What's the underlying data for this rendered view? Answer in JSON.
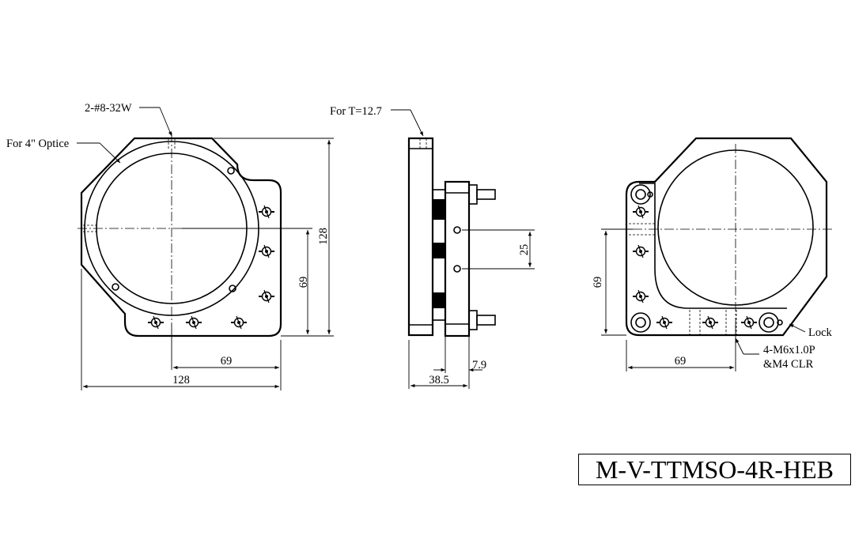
{
  "labels": {
    "front_tap": "2-#8-32W",
    "front_optic": "For 4\" Optice",
    "front_h_inner": "69",
    "front_h_total": "128",
    "front_w_inner": "69",
    "front_w_total": "128",
    "side_thickness": "For T=12.7",
    "side_spacing": "25",
    "side_depth": "38.5",
    "side_offset": "7.9",
    "rear_height": "69",
    "rear_width": "69",
    "rear_lock": "Lock",
    "rear_thread_1": "4-M6x1.0P",
    "rear_thread_2": "&M4 CLR"
  },
  "title_block": {
    "part_number": "M-V-TTMSO-4R-HEB"
  }
}
